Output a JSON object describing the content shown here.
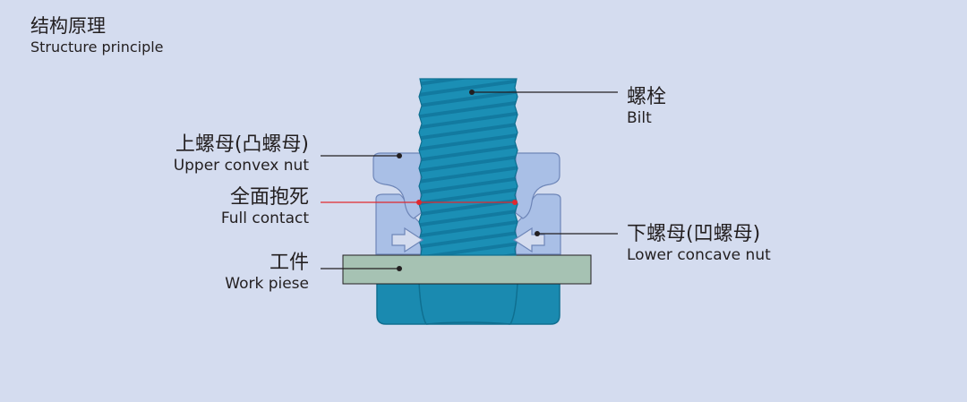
{
  "header": {
    "title_zh": "结构原理",
    "title_en": "Structure principle"
  },
  "labels": {
    "bolt": {
      "zh": "螺栓",
      "en": "Bilt"
    },
    "upper_nut": {
      "zh": "上螺母(凸螺母)",
      "en": "Upper convex nut"
    },
    "full_contact": {
      "zh": "全面抱死",
      "en": "Full contact"
    },
    "lower_nut": {
      "zh": "下螺母(凹螺母)",
      "en": "Lower concave nut"
    },
    "workpiece": {
      "zh": "工件",
      "en": "Work piese"
    }
  },
  "colors": {
    "background": "#d4dcef",
    "bolt": "#1b8fb5",
    "bolt_dark": "#0f6f90",
    "nut_light": "#a9bfe6",
    "workpiece": "#a6c2b3",
    "hex_nut": "#1a8ab0",
    "contact_line": "#e0282e",
    "leader_line": "#231f20"
  }
}
